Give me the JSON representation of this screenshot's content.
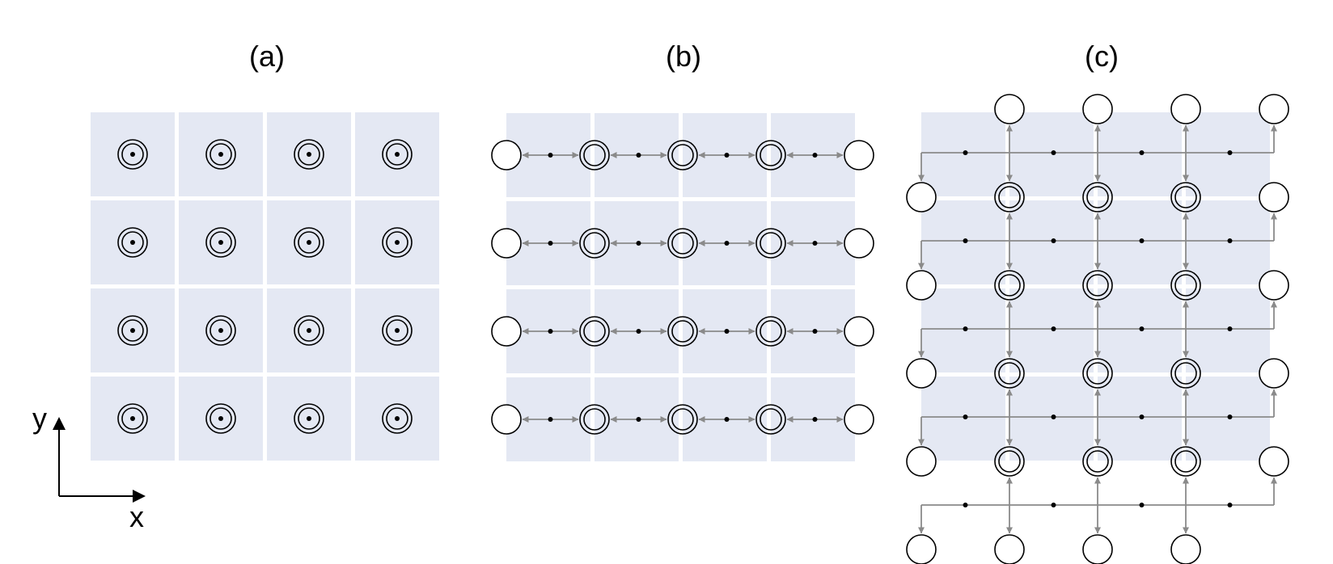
{
  "panels": [
    {
      "id": "a",
      "label": "(a)",
      "grid": {
        "rows": 4,
        "cols": 4
      }
    },
    {
      "id": "b",
      "label": "(b)",
      "grid": {
        "rows": 4,
        "cols": 4
      }
    },
    {
      "id": "c",
      "label": "(c)",
      "grid": {
        "rows": 4,
        "cols": 4
      }
    }
  ],
  "axes": {
    "x_label": "x",
    "y_label": "y"
  },
  "colors": {
    "cell_fill": "#e4e8f3",
    "arrow": "#8a8a8a",
    "stroke": "#000000",
    "background": "#ffffff"
  }
}
